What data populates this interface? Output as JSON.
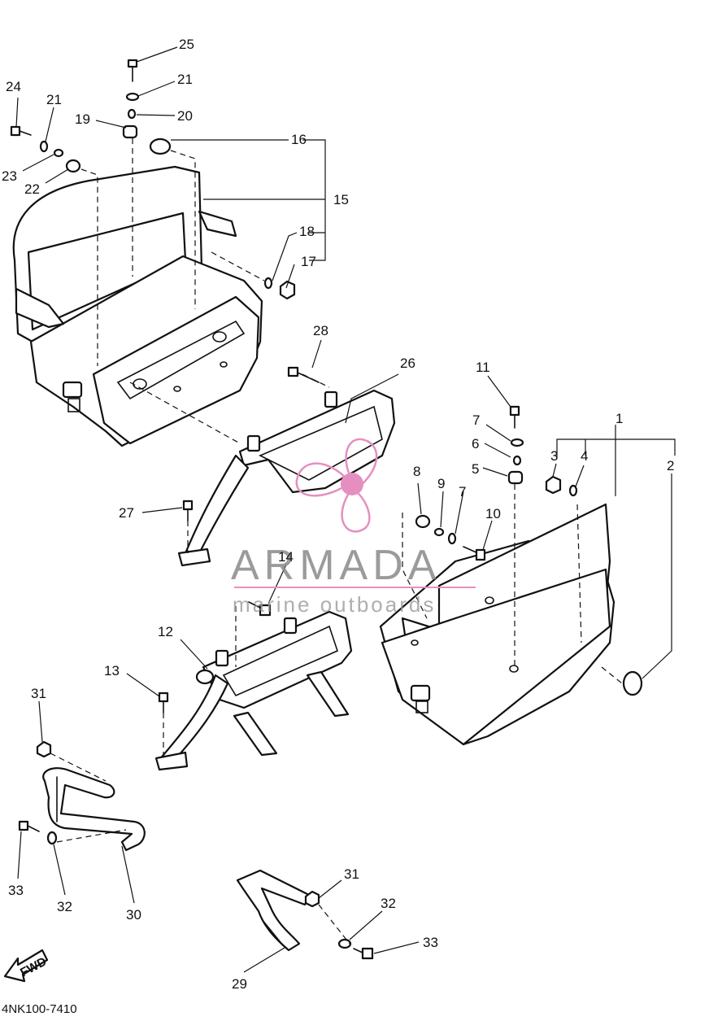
{
  "diagram": {
    "drawing_code": "4NK100-7410",
    "fwd_label": "FWD",
    "callouts": [
      "1",
      "2",
      "3",
      "4",
      "5",
      "6",
      "7",
      "7",
      "8",
      "9",
      "10",
      "11",
      "12",
      "13",
      "14",
      "15",
      "16",
      "17",
      "18",
      "19",
      "20",
      "21",
      "21",
      "22",
      "23",
      "24",
      "25",
      "26",
      "27",
      "28",
      "29",
      "30",
      "31",
      "31",
      "32",
      "32",
      "33",
      "33"
    ]
  },
  "watermark": {
    "title": "ARMADA",
    "subtitle": "marine outboards",
    "accent_color": "#e58fc1",
    "text_color": "#8a8a8a"
  }
}
